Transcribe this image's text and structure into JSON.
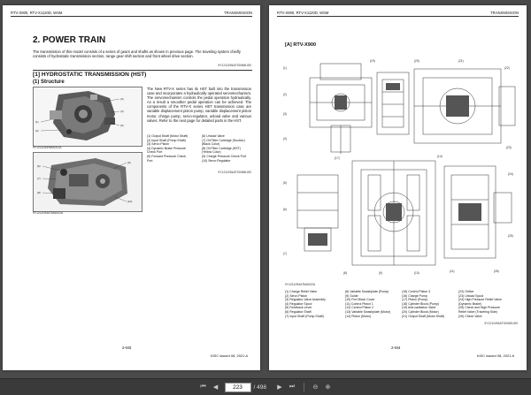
{
  "left_page": {
    "header_left": "RTV-X900, RTV-X1120D, WSM",
    "header_right": "TRANSMISSION",
    "section_title": "2.  POWER TRAIN",
    "intro": "The transmission of this model consists of a series of gears and shafts as shown in previous page. The traveling system chiefly consists of hydrostatic transmission section, range gear shift section and front wheel drive section.",
    "intro_code": "9Y1211094ATS0066US0",
    "heading1": "[1]  HYDROSTATIC TRANSMISSION (HST)",
    "heading2": "(1)  Structure",
    "body": "The New RTV-X series has its HST built into the transmission case and incorporates a hydraulically operated servomechanism. The servomechanism controls the pedal operation hydraulically. As a result a smoother pedal operation can be achieved. The components of the RTV-X series HST transmission case are variable displacement piston pump, variable displacement piston motor, charge pump, servo-regulator, unload valve and various valves. Refer to the next page for detailed parts in the HST.",
    "photo1_code": "9Y1211094HMA001A",
    "photo2_code": "9Y1211094ATMA002A",
    "legend_left": [
      "(1)  Output Shaft (Motor Shaft)",
      "(2)  Input Shaft (Pump Shaft)",
      "(3)  Servo Piston",
      "(4)  Dynamic Brake Pressure",
      "       Check Port",
      "(5)  Forward Pressure Check",
      "       Port"
    ],
    "legend_right": [
      "(6)  Unload Valve",
      "(7)  Oil Filter Cartridge (Suction)",
      "       (Black Color)",
      "(8)  Oil Filter Cartridge (HST)",
      "       (Yellow Color)",
      "(9)  Charge Pressure Check Port",
      "(10) Servo Regulator"
    ],
    "legend_code": "9Y1211094ATS0066US0",
    "page_number": "2-M3",
    "issue": "KiSC issued 08, 2021 A"
  },
  "right_page": {
    "header_left": "RTV-X900, RTV-X1120D, WSM",
    "header_right": "TRANSMISSION",
    "subheading": "[A]  RTV-X900",
    "diagram_code": "9Y1211094ATMA002A",
    "legend_cols": [
      [
        "(1)  Charge Relief Valve",
        "(2)  Servo Piston",
        "(3)  Regulator Valve Assembly",
        "(4)  Regulator Spool",
        "(5)  Feedback Lever",
        "(6)  Regulator Shaft",
        "(7)  Input Shaft (Pump Shaft)"
      ],
      [
        "(8)  Variable Swashplate (Pump)",
        "(9)  Guide",
        "(10) Port Block Cover",
        "(11) Control Piston 1",
        "(12) Control Piston 2",
        "(13) Variable Swashplate (Motor)",
        "(14) Piston (Motor)"
      ],
      [
        "(15) Control Piston 3",
        "(16) Charge Pump",
        "(17) Piston (Pump)",
        "(18) Cylinder Block (Pump)",
        "(19) Anti-cavitation Valve",
        "(20) Cylinder Block (Motor)",
        "(21) Output Shaft (Motor Shaft)"
      ],
      [
        "(22) Orifice",
        "(23) Unload Spool",
        "(24) High Pressure Relief Valve",
        "       (Dynamic Brake)",
        "(25) Check and High Pressure",
        "       Relief Valve (Traveling Side)",
        "(26) Check Valve"
      ]
    ],
    "legend_code": "9Y1211094ATS0062US0",
    "page_number": "2-M4",
    "issue": "KiSC issued 08, 2021 A"
  },
  "toolbar": {
    "first_icon": "first-page-icon",
    "prev_icon": "prev-page-icon",
    "page_current": "223",
    "page_total": "/ 498",
    "next_icon": "next-page-icon",
    "last_icon": "last-page-icon",
    "zoom_out_icon": "zoom-out-icon",
    "zoom_in_icon": "zoom-in-icon"
  }
}
